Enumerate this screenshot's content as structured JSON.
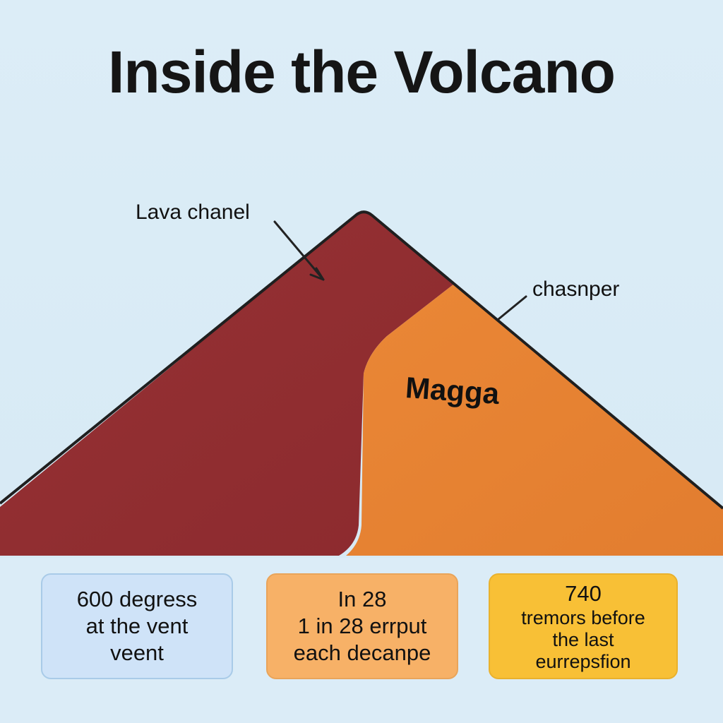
{
  "title": "Inside the Volcano",
  "labels": {
    "lava_channel": "Lava chanel",
    "chamber": "chasnper",
    "magma": "Magga"
  },
  "cards": [
    {
      "lines": [
        "600 degress",
        "at the  vent",
        "veent"
      ],
      "bg": "#cfe3f8"
    },
    {
      "lines": [
        "In 28",
        "1 in 28 errput",
        "each decanpe"
      ],
      "bg": "#f7b167"
    },
    {
      "lines": [
        "740",
        "tremors before",
        "the last",
        "eurrepsfion"
      ],
      "bg": "#f8c036"
    }
  ],
  "colors": {
    "background": "#dcecf6",
    "lava_channel": "#8f2d2f",
    "magma": "#e68131",
    "outline": "#1c1c1c"
  }
}
